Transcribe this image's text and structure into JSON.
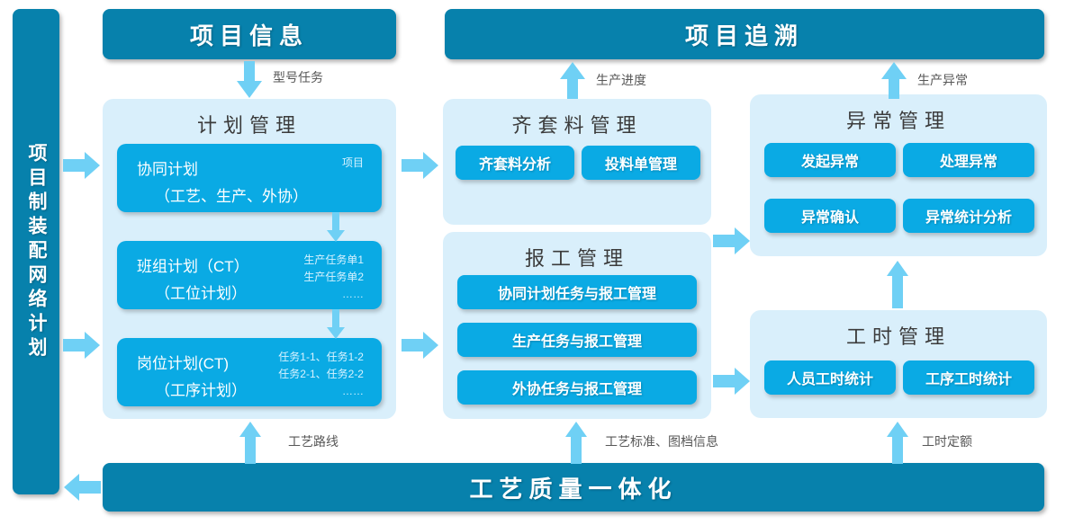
{
  "colors": {
    "dark_blue": "#0781ac",
    "bright_blue": "#0aaae4",
    "panel_bg": "#d9effb",
    "arrow_blue": "#6fd0f5",
    "page_bg": "#ffffff"
  },
  "left_rail": {
    "label": "项目制装配网络计划"
  },
  "headers": {
    "project_info": "项目信息",
    "project_trace": "项目追溯"
  },
  "footer": {
    "label": "工艺质量一体化"
  },
  "panels": {
    "plan": {
      "title": "计划管理",
      "cards": [
        {
          "line1": "协同计划",
          "line2": "（工艺、生产、外协）",
          "side": [
            "项目"
          ]
        },
        {
          "line1": "班组计划（CT）",
          "line2": "（工位计划）",
          "side": [
            "生产任务单1",
            "生产任务单2",
            "……"
          ]
        },
        {
          "line1": "岗位计划(CT)",
          "line2": "（工序计划）",
          "side": [
            "任务1-1、任务1-2",
            "任务2-1、任务2-2",
            "……"
          ]
        }
      ]
    },
    "material": {
      "title": "齐套料管理",
      "buttons": [
        "齐套料分析",
        "投料单管理"
      ]
    },
    "report": {
      "title": "报工管理",
      "buttons": [
        "协同计划任务与报工管理",
        "生产任务与报工管理",
        "外协任务与报工管理"
      ]
    },
    "exception": {
      "title": "异常管理",
      "buttons": [
        "发起异常",
        "处理异常",
        "异常确认",
        "异常统计分析"
      ]
    },
    "worktime": {
      "title": "工时管理",
      "buttons": [
        "人员工时统计",
        "工序工时统计"
      ]
    }
  },
  "arrow_labels": {
    "model_task": "型号任务",
    "production_progress": "生产进度",
    "production_exception": "生产异常",
    "process_route": "工艺路线",
    "process_standard": "工艺标准、图档信息",
    "work_quota": "工时定额"
  }
}
